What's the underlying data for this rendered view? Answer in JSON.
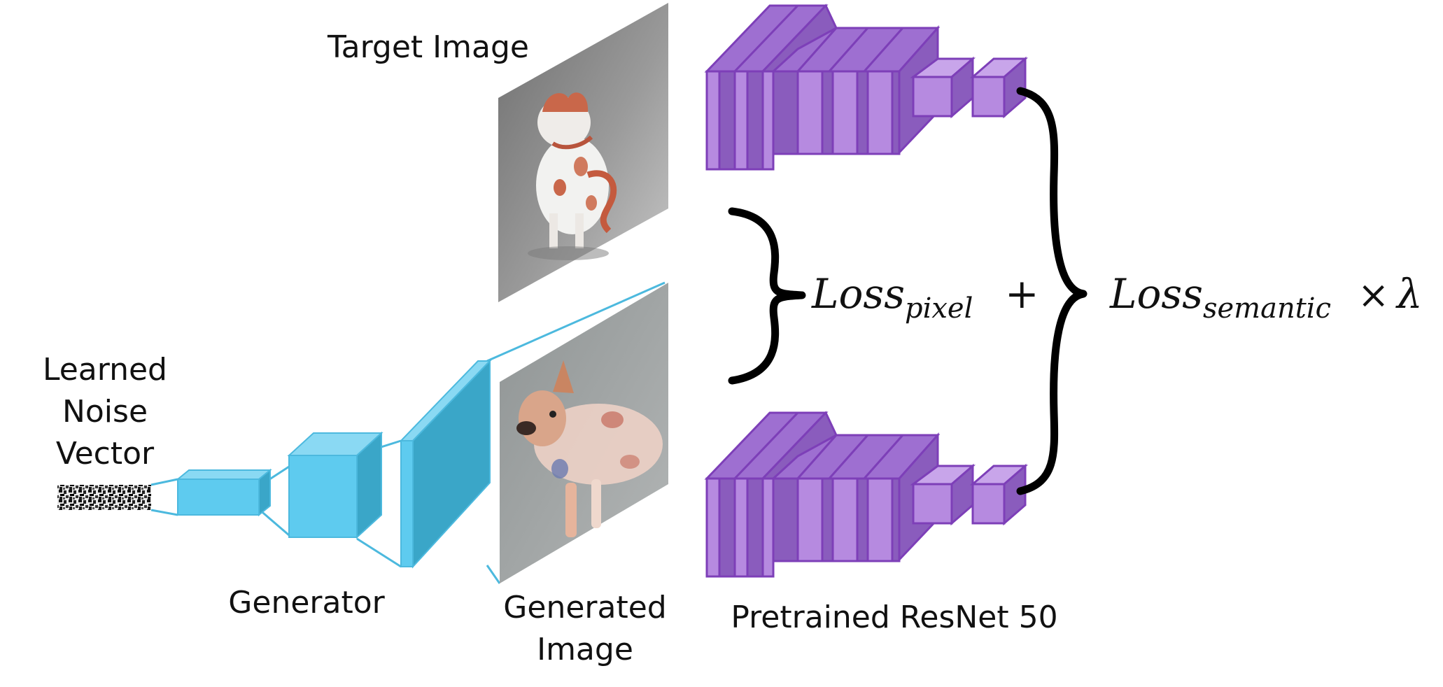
{
  "labels": {
    "target_image": "Target Image",
    "noise_line1": "Learned",
    "noise_line2": "Noise",
    "noise_line3": "Vector",
    "generator": "Generator",
    "generated_line1": "Generated",
    "generated_line2": "Image",
    "resnet": "Pretrained ResNet 50"
  },
  "equation": {
    "loss": "Loss",
    "pixel_sub": "pixel",
    "plus": "+",
    "semantic_sub": "semantic",
    "times": "×",
    "lambda": "λ"
  },
  "images": {
    "target": "orange-and-white-ceramic-dog-figurine",
    "generated": "blurry-pink-and-white-dog"
  },
  "colors": {
    "generator_fill": "#5ecbef",
    "generator_dark": "#3aa6c8",
    "generator_edge": "#4cb9de",
    "resnet_fill": "#b68ae0",
    "resnet_dark": "#8a5cbd",
    "resnet_edge": "#7d3fb8",
    "photo_bg": "#9c9c9c"
  }
}
